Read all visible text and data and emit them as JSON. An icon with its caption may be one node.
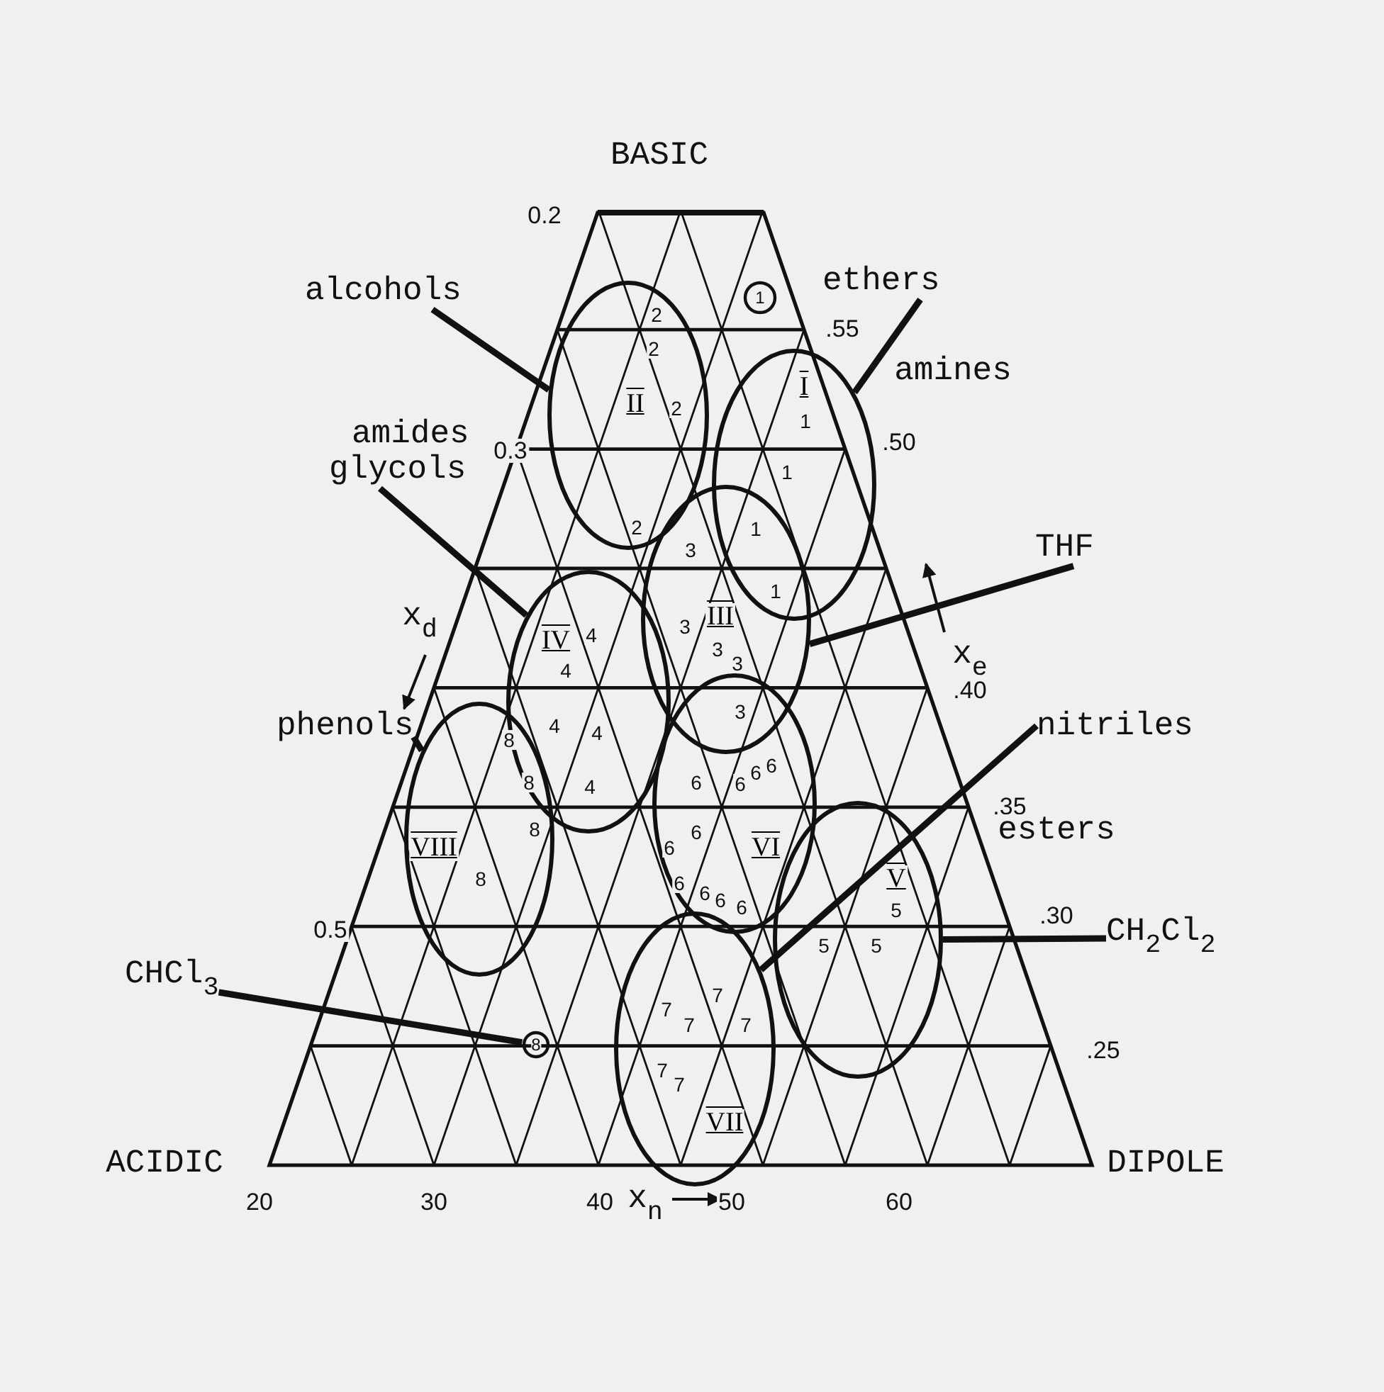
{
  "diagram": {
    "nodes": [
      {
        "text": [
          "alcohols"
        ]
      },
      {
        "text": [
          "1"
        ]
      },
      {
        "text": [
          "ethers"
        ]
      },
      {
        "text": [
          "II"
        ]
      },
      {
        "text": [
          "I"
        ]
      },
      {
        "text": [
          "amides",
          "glycols"
        ]
      },
      {
        "text": [
          "THF"
        ]
      },
      {
        "text": [
          "III"
        ]
      },
      {
        "text": [
          "IV"
        ]
      },
      {
        "text": [
          "phenols"
        ]
      },
      {
        "text": [
          "nitriles"
        ]
      },
      {
        "text": [
          "VIII"
        ]
      },
      {
        "text": [
          "VI"
        ]
      },
      {
        "text": [
          "V"
        ]
      },
      {
        "text": [
          "CH$_{2}$Cl$_{2}$"
        ]
      },
      {
        "text": [
          "CHCl$_{3}$"
        ]
      },
      {
        "text": [
          "8"
        ]
      },
      {
        "text": [
          "VII"
        ]
      }
    ],
    "edges": [
      {
        "from": 0,
        "to": 3,
        "arrow": "none"
      },
      {
        "from": 2,
        "to": 4,
        "arrow": "none"
      },
      {
        "from": 5,
        "to": 8,
        "arrow": "none"
      },
      {
        "from": 6,
        "to": 7,
        "arrow": "none"
      },
      {
        "from": 9,
        "to": 11,
        "arrow": "none"
      },
      {
        "from": 10,
        "to": 17,
        "arrow": "none"
      },
      {
        "from": 14,
        "to": 13,
        "arrow": "none"
      },
      {
        "from": 15,
        "to": 16,
        "arrow": "none"
      }
    ],
    "labels": [
      "BASIC",
      "0.2",
      ".55",
      "amines",
      "0.3",
      ".50",
      "x$_{d}$",
      "x$_{e}$",
      ".40",
      ".35",
      "esters",
      ".30",
      "0.5",
      ".25",
      "ACIDIC",
      "DIPOLE",
      "20",
      "30",
      "40",
      "x$_{n}$",
      "50",
      "60",
      "2",
      "2",
      "2",
      "2",
      "1",
      "1",
      "1",
      "1",
      "3",
      "3",
      "3",
      "3",
      "3",
      "4",
      "4",
      "4",
      "4",
      "4",
      "8",
      "8",
      "8",
      "8",
      "6",
      "6",
      "6",
      "6",
      "6",
      "6",
      "6",
      "6",
      "6",
      "6",
      "5",
      "5",
      "5",
      "7",
      "7",
      "7",
      "7",
      "7",
      "7"
    ]
  }
}
